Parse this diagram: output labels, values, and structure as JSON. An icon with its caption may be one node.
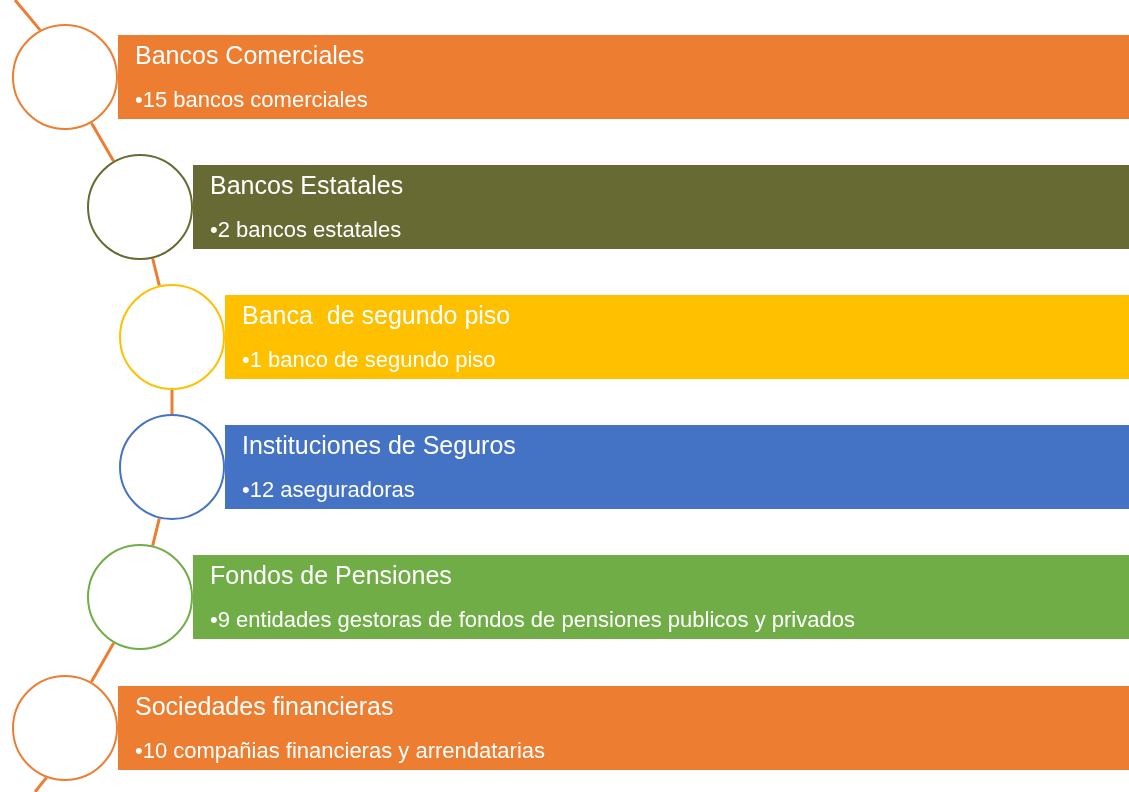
{
  "diagram": {
    "nodes": [
      {
        "text": [
          "Bancos Comerciales",
          "•15 bancos comerciales"
        ]
      },
      {
        "text": [],
        "shape": "circle"
      },
      {
        "text": [
          "Bancos Estatales",
          "•2 bancos estatales"
        ]
      },
      {
        "text": [],
        "shape": "circle"
      },
      {
        "text": [
          "Banca  de segundo piso",
          "•1 banco de segundo piso"
        ]
      },
      {
        "text": [],
        "shape": "circle"
      },
      {
        "text": [
          "Instituciones de Seguros",
          "•12 aseguradoras"
        ]
      },
      {
        "text": [],
        "shape": "circle"
      },
      {
        "text": [
          "Fondos de Pensiones",
          "•9 entidades gestoras de fondos de pensiones publicos y privados"
        ]
      },
      {
        "text": [],
        "shape": "circle"
      },
      {
        "text": [
          "Sociedades financieras",
          "•10 compañias financieras y arrendatarias"
        ]
      },
      {
        "text": [],
        "shape": "circle"
      }
    ],
    "edges": [
      {
        "from": null,
        "to": 1,
        "arrow": "none"
      },
      {
        "from": 1,
        "to": 3,
        "arrow": "none"
      },
      {
        "from": 3,
        "to": 5,
        "arrow": "none"
      },
      {
        "from": 5,
        "to": 7,
        "arrow": "none"
      },
      {
        "from": 7,
        "to": 9,
        "arrow": "none"
      },
      {
        "from": 9,
        "to": 11,
        "arrow": "none"
      },
      {
        "from": 11,
        "to": null,
        "arrow": "none"
      }
    ]
  }
}
